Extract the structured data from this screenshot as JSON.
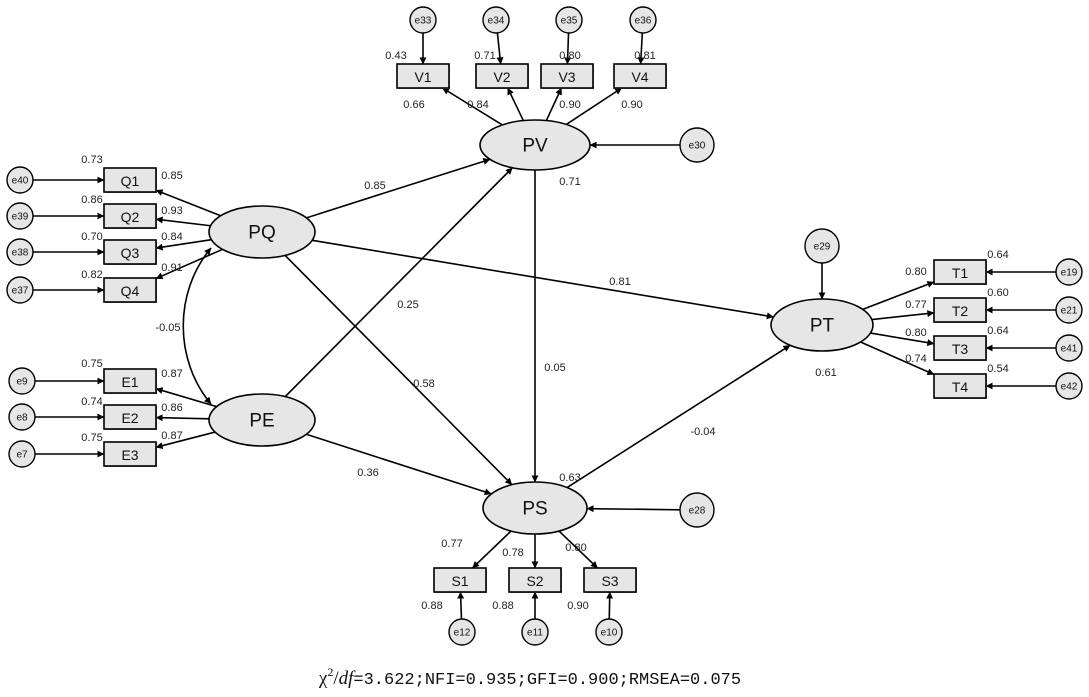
{
  "latents": [
    {
      "id": "PV",
      "label": "PV",
      "r2": "0.71"
    },
    {
      "id": "PQ",
      "label": "PQ",
      "r2": ""
    },
    {
      "id": "PE",
      "label": "PE",
      "r2": ""
    },
    {
      "id": "PT",
      "label": "PT",
      "r2": "0.61"
    },
    {
      "id": "PS",
      "label": "PS",
      "r2": "0.63"
    }
  ],
  "indicators": [
    {
      "id": "V1",
      "label": "V1",
      "error": "e33",
      "r2": "0.43",
      "loading": "0.66"
    },
    {
      "id": "V2",
      "label": "V2",
      "error": "e34",
      "r2": "0.71",
      "loading": "0.84"
    },
    {
      "id": "V3",
      "label": "V3",
      "error": "e35",
      "r2": "0.80",
      "loading": "0.90"
    },
    {
      "id": "V4",
      "label": "V4",
      "error": "e36",
      "r2": "0.81",
      "loading": "0.90"
    },
    {
      "id": "Q1",
      "label": "Q1",
      "error": "e40",
      "r2": "0.73",
      "loading": "0.85"
    },
    {
      "id": "Q2",
      "label": "Q2",
      "error": "e39",
      "r2": "0.86",
      "loading": "0.93"
    },
    {
      "id": "Q3",
      "label": "Q3",
      "error": "e38",
      "r2": "0.70",
      "loading": "0.84"
    },
    {
      "id": "Q4",
      "label": "Q4",
      "error": "e37",
      "r2": "0.82",
      "loading": "0.91"
    },
    {
      "id": "E1",
      "label": "E1",
      "error": "e9",
      "r2": "0.75",
      "loading": "0.87"
    },
    {
      "id": "E2",
      "label": "E2",
      "error": "e8",
      "r2": "0.74",
      "loading": "0.86"
    },
    {
      "id": "E3",
      "label": "E3",
      "error": "e7",
      "r2": "0.75",
      "loading": "0.87"
    },
    {
      "id": "T1",
      "label": "T1",
      "error": "e19",
      "r2": "0.64",
      "loading": "0.80"
    },
    {
      "id": "T2",
      "label": "T2",
      "error": "e21",
      "r2": "0.60",
      "loading": "0.77"
    },
    {
      "id": "T3",
      "label": "T3",
      "error": "e41",
      "r2": "0.64",
      "loading": "0.80"
    },
    {
      "id": "T4",
      "label": "T4",
      "error": "e42",
      "r2": "0.54",
      "loading": "0.74"
    },
    {
      "id": "S1",
      "label": "S1",
      "error": "e12",
      "r2": "0.77",
      "loading": "0.88"
    },
    {
      "id": "S2",
      "label": "S2",
      "error": "e11",
      "r2": "0.78",
      "loading": "0.88"
    },
    {
      "id": "S3",
      "label": "S3",
      "error": "e10",
      "r2": "0.80",
      "loading": "0.90"
    }
  ],
  "disturbances": [
    {
      "id": "e30",
      "label": "e30",
      "target": "PV"
    },
    {
      "id": "e29",
      "label": "e29",
      "target": "PT"
    },
    {
      "id": "e28",
      "label": "e28",
      "target": "PS"
    }
  ],
  "paths": [
    {
      "from": "PQ",
      "to": "PV",
      "coef": "0.85"
    },
    {
      "from": "PE",
      "to": "PV",
      "coef": "0.25"
    },
    {
      "from": "PQ",
      "to": "PT",
      "coef": "0.81"
    },
    {
      "from": "PQ",
      "to": "PS",
      "coef": "0.58"
    },
    {
      "from": "PV",
      "to": "PS",
      "coef": "0.05"
    },
    {
      "from": "PE",
      "to": "PS",
      "coef": "0.36"
    },
    {
      "from": "PS",
      "to": "PT",
      "coef": "-0.04"
    }
  ],
  "covariances": [
    {
      "a": "PQ",
      "b": "PE",
      "coef": "-0.05"
    }
  ],
  "fit": {
    "chi_symbol": "χ",
    "chi_exp": "2",
    "df_sep": "/",
    "df_label": "df",
    "rest": "=3.622;NFI=0.935;GFI=0.900;RMSEA=0.075"
  }
}
